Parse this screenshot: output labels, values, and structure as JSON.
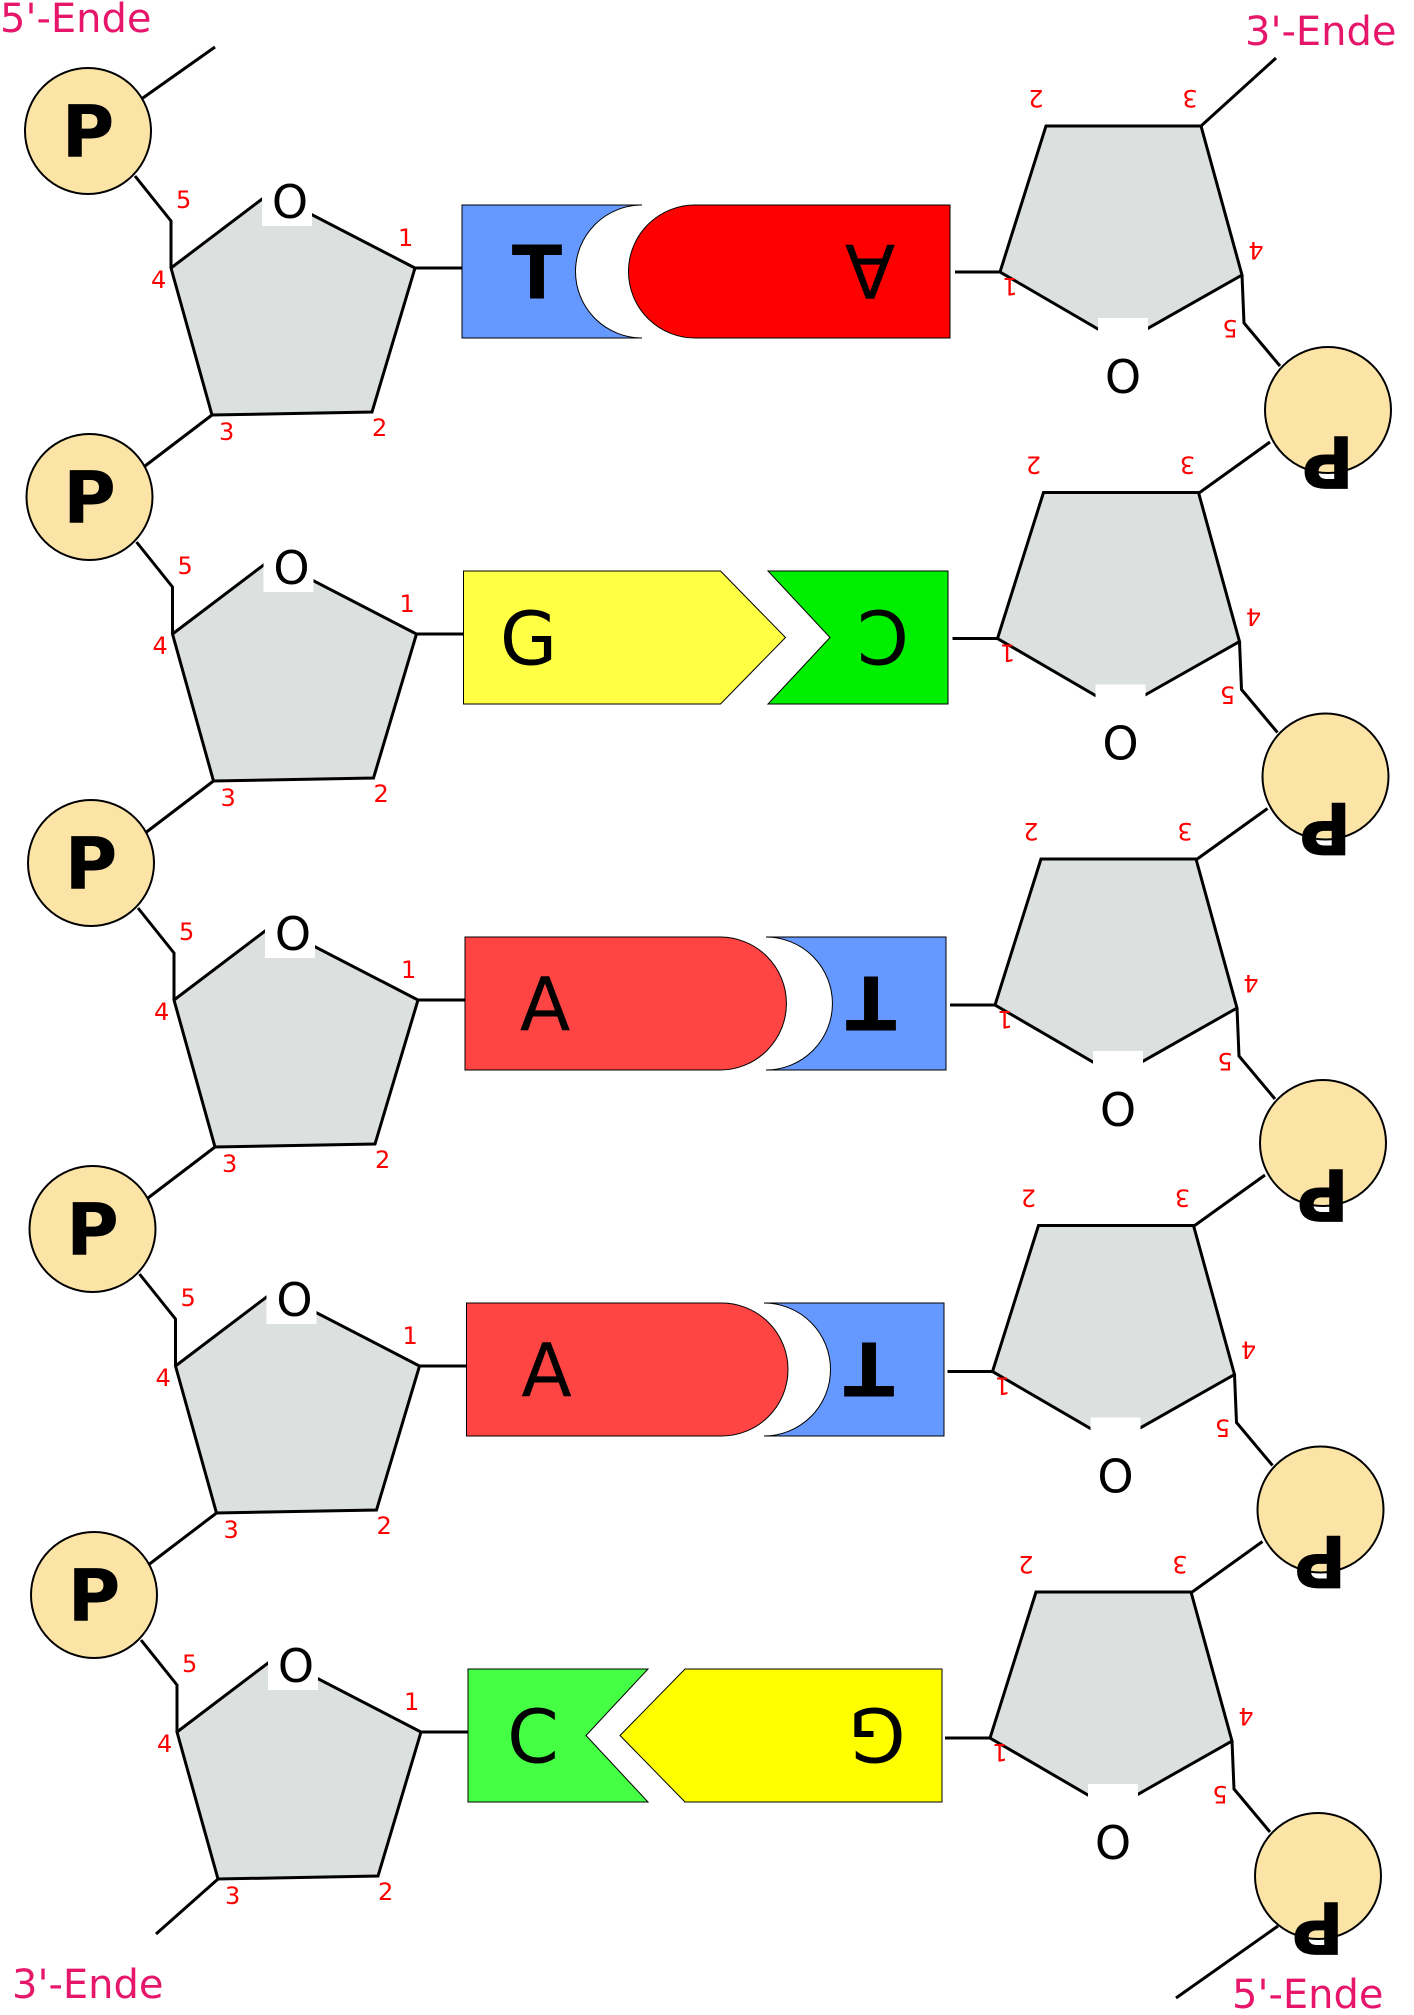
{
  "labels": {
    "left_top_end": "5'-Ende",
    "left_bottom_end": "3'-Ende",
    "right_top_end": "3'-Ende",
    "right_bottom_end": "5'-Ende"
  },
  "phosphate_label": "P",
  "ring_oxygen_label": "O",
  "carbon_numbers": {
    "c1": "1",
    "c2": "2",
    "c3": "3",
    "c4": "4",
    "c5": "5"
  },
  "base_pairs": [
    {
      "left": "T",
      "right": "A"
    },
    {
      "left": "G",
      "right": "C"
    },
    {
      "left": "A",
      "right": "T"
    },
    {
      "left": "A",
      "right": "T"
    },
    {
      "left": "C",
      "right": "G"
    }
  ],
  "colors": {
    "A": "#ff0000",
    "A_left": "#ff4444",
    "T": "#6699ff",
    "G": "#ffff44",
    "G_right": "#ffff00",
    "C_left": "#44ff44",
    "C_right": "#00ee00",
    "sugar": "#dce0df",
    "phosphate": "#fbe4a6",
    "label": "#e6176b",
    "number": "#ff0000"
  }
}
